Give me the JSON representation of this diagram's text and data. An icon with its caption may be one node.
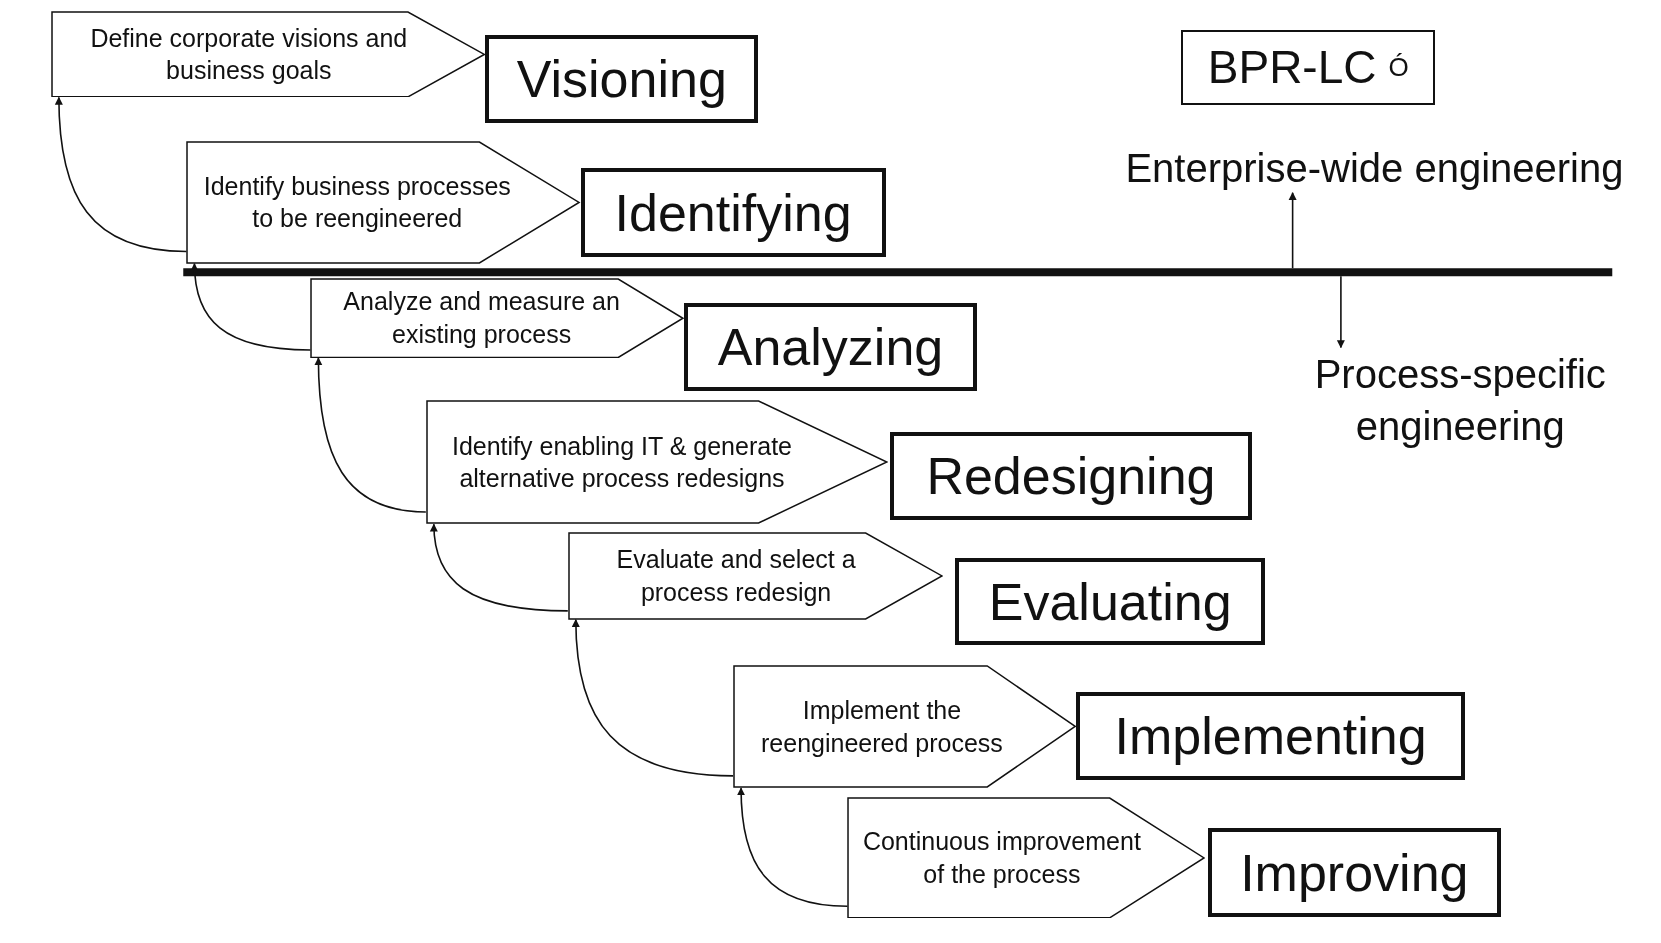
{
  "diagram": {
    "nodes": [
      {
        "text": [
          "Define corporate visions and business goals"
        ]
      },
      {
        "text": [
          "Visioning"
        ]
      },
      {
        "text": [
          "BPR-LC$^{Ó}$"
        ]
      },
      {
        "text": [
          "Identify business processes to be reengineered"
        ]
      },
      {
        "text": [
          "Identifying"
        ]
      },
      {
        "text": [
          "Enterprise-wide engineering"
        ]
      },
      {
        "text": [
          "Analyze and measure an existing process"
        ]
      },
      {
        "text": [
          "Analyzing"
        ]
      },
      {
        "text": [
          "Process-specific engineering"
        ]
      },
      {
        "text": [
          "Identify enabling IT & generate alternative process redesigns"
        ]
      },
      {
        "text": [
          "Redesigning"
        ]
      },
      {
        "text": [
          "Evaluate and select a process redesign"
        ]
      },
      {
        "text": [
          "Evaluating"
        ]
      },
      {
        "text": [
          "Implement the reengineered process"
        ]
      },
      {
        "text": [
          "Implementing"
        ]
      },
      {
        "text": [
          "Continuous improvement of the process"
        ]
      },
      {
        "text": [
          "Improving"
        ]
      }
    ],
    "edges": [
      {
        "from": 3,
        "to": 0,
        "arrow": "to"
      },
      {
        "from": 6,
        "to": 3,
        "arrow": "to"
      },
      {
        "from": 9,
        "to": 6,
        "arrow": "to"
      },
      {
        "from": 11,
        "to": 9,
        "arrow": "to"
      },
      {
        "from": 13,
        "to": 11,
        "arrow": "to"
      },
      {
        "from": 15,
        "to": 13,
        "arrow": "to"
      },
      {
        "from": null,
        "to": 5,
        "arrow": "to"
      },
      {
        "from": null,
        "to": 8,
        "arrow": "to"
      }
    ]
  }
}
